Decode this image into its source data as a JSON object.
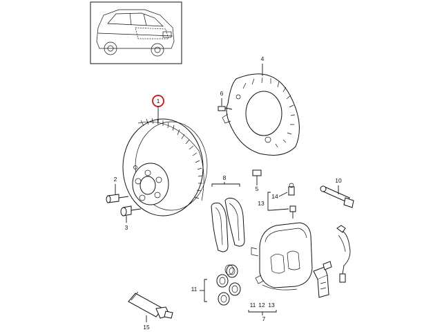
{
  "callouts": {
    "c1": "1",
    "c2": "2",
    "c3": "3",
    "c4": "4",
    "c5": "5",
    "c6": "6",
    "c7": "7",
    "c8": "8",
    "c10": "10",
    "c11": "11",
    "c13": "13",
    "c14": "14",
    "c15": "15",
    "group": [
      "11",
      "12",
      "13"
    ]
  },
  "colors": {
    "highlight": "#cc2222",
    "ink": "#111111"
  },
  "icons": {
    "vehicle": "suv-thumbnail-icon"
  }
}
